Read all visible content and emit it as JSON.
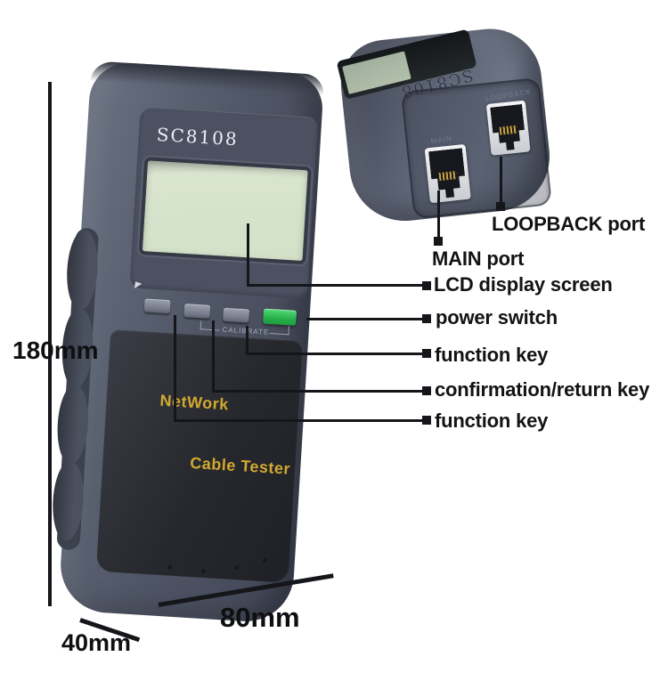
{
  "device_front": {
    "model": "SC8108",
    "brand": "NetWork",
    "product": "Cable Tester",
    "calibrate": "CALIBRATE"
  },
  "device_top": {
    "model": "SC8108",
    "main_port_engraving": "MAIN",
    "loopback_port_engraving": "LOOPBACK"
  },
  "dimensions": {
    "height": "180mm",
    "width": "80mm",
    "depth": "40mm"
  },
  "callouts": {
    "loopback": "LOOPBACK port",
    "main": "MAIN port",
    "lcd": "LCD display screen",
    "power": "power switch",
    "function_top": "function key",
    "confirm": "confirmation/return key",
    "function_bottom": "function key"
  },
  "colors": {
    "body_gray": "#555b6b",
    "panel_dark": "#26282d",
    "lcd_green": "#d5e2ca",
    "power_switch_green": "#2cb551",
    "brand_text_yellow": "#d2a92f",
    "annotation_black": "#15161a"
  }
}
